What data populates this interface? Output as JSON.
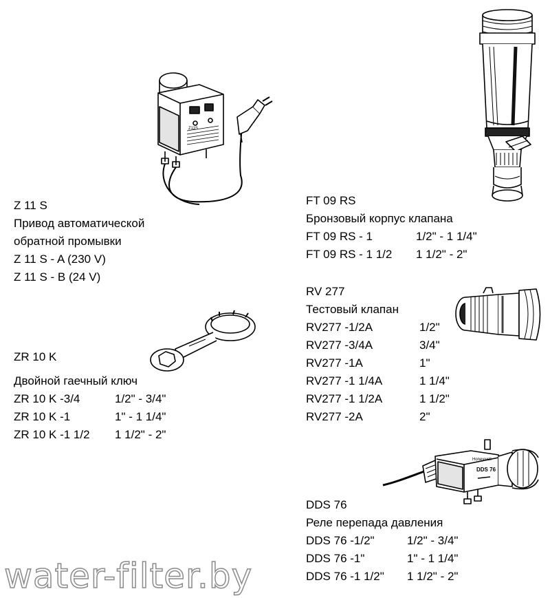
{
  "z11s": {
    "title": "Z 11 S",
    "desc": [
      "Привод автоматической",
      "обратной промывки"
    ],
    "variants": [
      {
        "code": "Z 11 S - A (230 V)"
      },
      {
        "code": "Z 11 S - B (24 V)"
      }
    ]
  },
  "zr10k": {
    "title": "ZR 10 K",
    "desc": "Двойной гаечный ключ",
    "variants": [
      {
        "code": "ZR 10 K -3/4",
        "size": "1/2\" - 3/4\""
      },
      {
        "code": "ZR 10 K -1",
        "size": "1\" - 1 1/4\""
      },
      {
        "code": "ZR 10 K -1 1/2",
        "size": "1 1/2\" - 2\""
      }
    ]
  },
  "ft09rs": {
    "title": "FT 09 RS",
    "desc": "Бронзовый корпус клапана",
    "variants": [
      {
        "code": "FT 09 RS - 1",
        "size": "1/2\" - 1 1/4\""
      },
      {
        "code": "FT 09 RS - 1 1/2",
        "size": "1 1/2\" - 2\""
      }
    ]
  },
  "rv277": {
    "title": "RV 277",
    "desc": "Тестовый клапан",
    "variants": [
      {
        "code": "RV277 -1/2A",
        "size": "1/2\""
      },
      {
        "code": "RV277 -3/4A",
        "size": "3/4\""
      },
      {
        "code": "RV277 -1A",
        "size": "1\""
      },
      {
        "code": "RV277 -1 1/4A",
        "size": "1 1/4\""
      },
      {
        "code": "RV277 -1 1/2A",
        "size": "1 1/2\""
      },
      {
        "code": "RV277 -2A",
        "size": "2\""
      }
    ]
  },
  "dds76": {
    "title": "DDS 76",
    "desc": "Реле перепада давления",
    "variants": [
      {
        "code": "DDS 76 -1/2\"",
        "size": "1/2\" - 3/4\""
      },
      {
        "code": "DDS 76 -1\"",
        "size": "1\" - 1 1/4\""
      },
      {
        "code": "DDS 76 -1 1/2\"",
        "size": "1 1/2\" - 2\""
      }
    ]
  },
  "device_labels": {
    "z11s_display": "Z11S",
    "dds76_body": "DDS 76",
    "dds76_brand": "Honeywell"
  },
  "watermark": "water-filter.by",
  "icons": [
    "actuator-image",
    "double-wrench-image",
    "filter-housing-image",
    "test-valve-image",
    "pressure-switch-image"
  ]
}
